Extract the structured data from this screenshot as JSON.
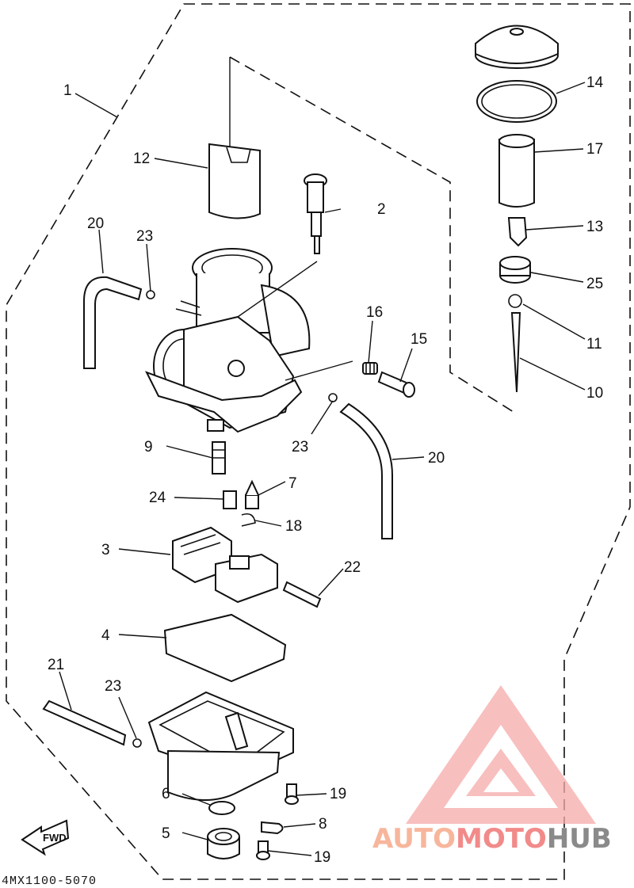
{
  "diagram": {
    "callouts": [
      {
        "id": "1",
        "text": "1"
      },
      {
        "id": "2",
        "text": "2"
      },
      {
        "id": "3",
        "text": "3"
      },
      {
        "id": "4",
        "text": "4"
      },
      {
        "id": "5",
        "text": "5"
      },
      {
        "id": "6",
        "text": "6"
      },
      {
        "id": "7",
        "text": "7"
      },
      {
        "id": "8",
        "text": "8"
      },
      {
        "id": "9",
        "text": "9"
      },
      {
        "id": "10",
        "text": "10"
      },
      {
        "id": "11",
        "text": "11"
      },
      {
        "id": "12",
        "text": "12"
      },
      {
        "id": "13",
        "text": "13"
      },
      {
        "id": "14",
        "text": "14"
      },
      {
        "id": "15",
        "text": "15"
      },
      {
        "id": "16",
        "text": "16"
      },
      {
        "id": "17",
        "text": "17"
      },
      {
        "id": "18",
        "text": "18"
      },
      {
        "id": "19a",
        "text": "19"
      },
      {
        "id": "19b",
        "text": "19"
      },
      {
        "id": "20a",
        "text": "20"
      },
      {
        "id": "20b",
        "text": "20"
      },
      {
        "id": "21",
        "text": "21"
      },
      {
        "id": "22",
        "text": "22"
      },
      {
        "id": "23a",
        "text": "23"
      },
      {
        "id": "23b",
        "text": "23"
      },
      {
        "id": "23c",
        "text": "23"
      },
      {
        "id": "24",
        "text": "24"
      },
      {
        "id": "25",
        "text": "25"
      }
    ],
    "drawing_code": "4MX1100-5070",
    "fwd_label": "FWD"
  },
  "watermark": {
    "part1": "AUTO",
    "part2": "MOTO",
    "part3": "HUB",
    "colors": {
      "triangle": "#f28a8a",
      "auto": "#f7b69c",
      "hub": "#8a8a8a"
    }
  }
}
